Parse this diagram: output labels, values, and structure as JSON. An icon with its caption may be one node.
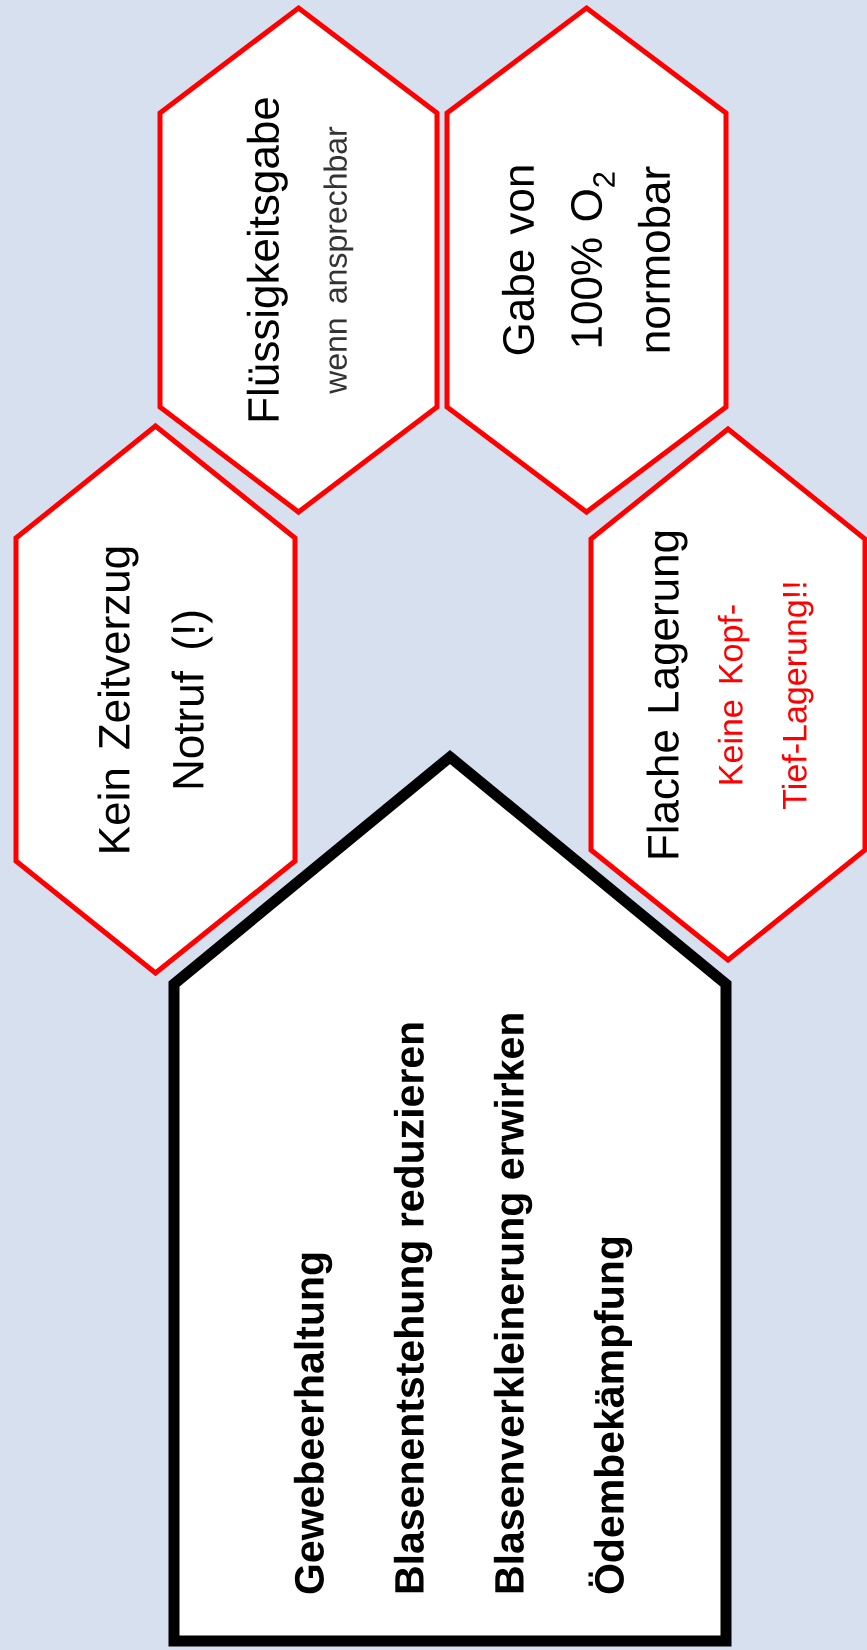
{
  "diagram": {
    "nodes": [
      {
        "text": [
          "Kein Zeitverzug",
          "Notruf (!)"
        ]
      },
      {
        "text": [
          "Flüssigkeitsgabe",
          "wenn ansprechbar"
        ]
      },
      {
        "text": [
          "Gabe von 100% O$_{2}$ normobar"
        ]
      },
      {
        "text": [
          "Flache Lagerung",
          "Keine Kopf-Tief-Lagerung!!"
        ]
      },
      {
        "text": [
          "Gewebeerhaltung",
          "Blasenentstehung reduzieren",
          "Blasenverkleinerung erwirken",
          "Ödembekämpfung"
        ]
      }
    ]
  }
}
